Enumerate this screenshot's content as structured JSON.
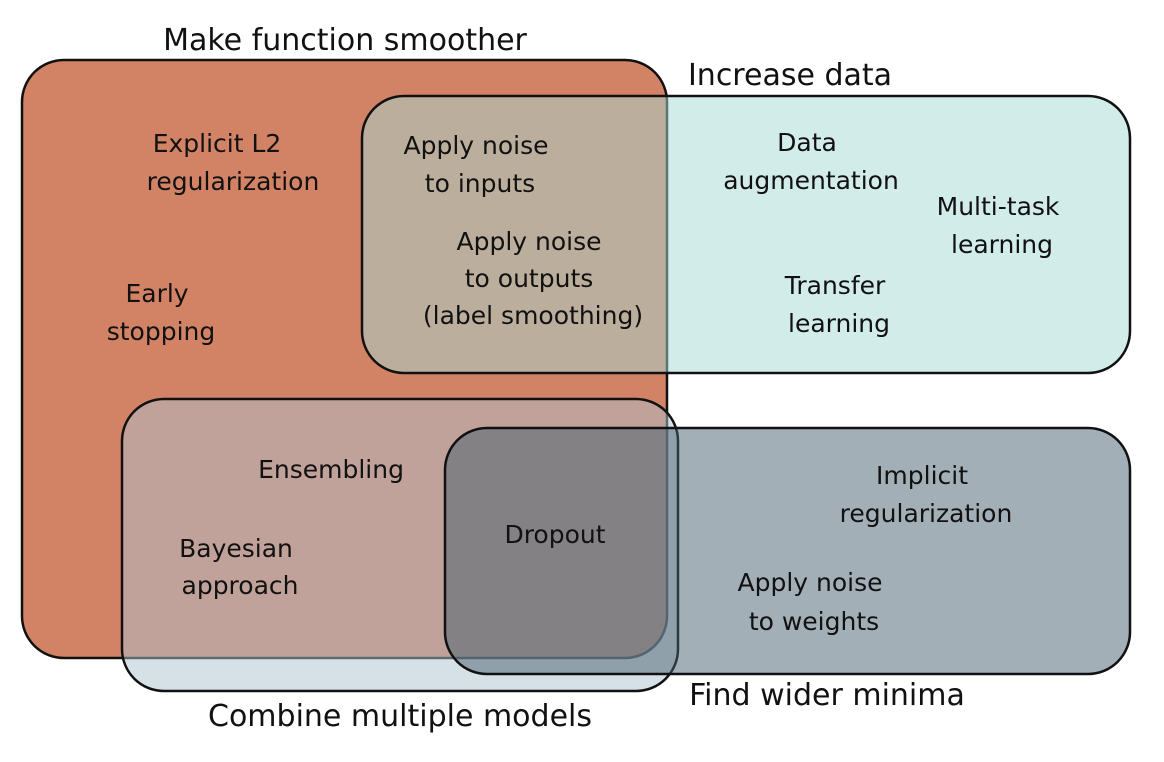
{
  "regions": {
    "smoother": {
      "title": "Make function smoother",
      "fill": "#c8643f",
      "opacity": 0.8
    },
    "data": {
      "title": "Increase data",
      "fill": "#a6d9d4",
      "opacity": 0.5
    },
    "combine": {
      "title": "Combine multiple models",
      "fill": "#aec2cf",
      "opacity": 0.5
    },
    "minima": {
      "title": "Find wider minima",
      "fill": "#485f70",
      "opacity": 0.5
    }
  },
  "items": {
    "explicit_l2": [
      "Explicit L2",
      "regularization"
    ],
    "early_stopping": [
      "Early",
      "stopping"
    ],
    "noise_inputs": [
      "Apply noise",
      "to inputs"
    ],
    "noise_outputs": [
      "Apply noise",
      "to outputs",
      "(label smoothing)"
    ],
    "data_augmentation": [
      "Data",
      "augmentation"
    ],
    "multi_task": [
      "Multi-task",
      "learning"
    ],
    "transfer_learning": [
      "Transfer",
      "learning"
    ],
    "ensembling": [
      "Ensembling"
    ],
    "bayesian": [
      "Bayesian",
      "approach"
    ],
    "dropout": [
      "Dropout"
    ],
    "implicit_reg": [
      "Implicit",
      "regularization"
    ],
    "noise_weights": [
      "Apply noise",
      "to weights"
    ]
  },
  "style": {
    "stroke_color": "#111111"
  }
}
